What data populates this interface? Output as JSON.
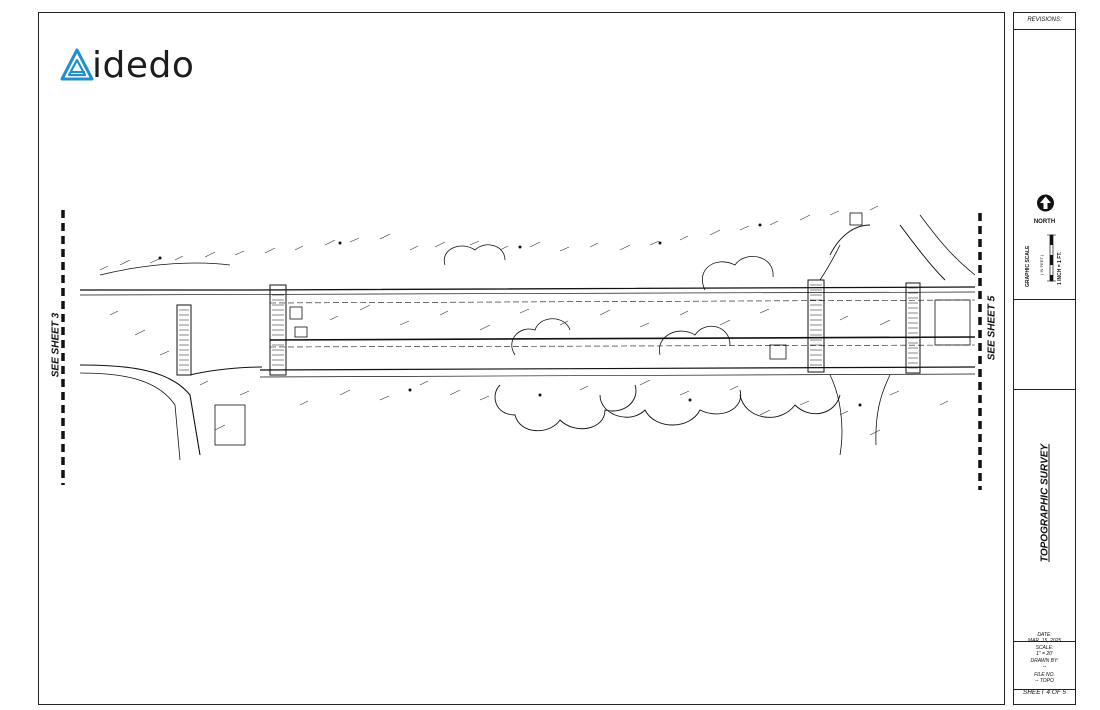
{
  "logo": {
    "text": "idedo",
    "icon": "triangle-a-logo",
    "color": "#1f8fcf"
  },
  "drawing": {
    "left_match": "SEE SHEET 3",
    "right_match": "SEE SHEET 5"
  },
  "title_block": {
    "revisions_label": "REVISIONS:",
    "north_label": "NORTH",
    "graphic_scale_label": "GRAPHIC SCALE",
    "scale_feet_label": "( IN FEET )",
    "scale_inch_label": "1 INCH = 1 FT.",
    "sheet_title": "TOPOGRAPHIC SURVEY",
    "date_label": "DATE:",
    "date_value": "MAR. 15, 2025",
    "scale_label": "SCALE:",
    "scale_value": "1\" = 20'",
    "drawn_by_label": "DRAWN BY:",
    "drawn_by_value": "--",
    "file_no_label": "FILE NO.",
    "file_no_value": "-- TOPO",
    "sheet_number": "SHEET 4 OF 5"
  }
}
